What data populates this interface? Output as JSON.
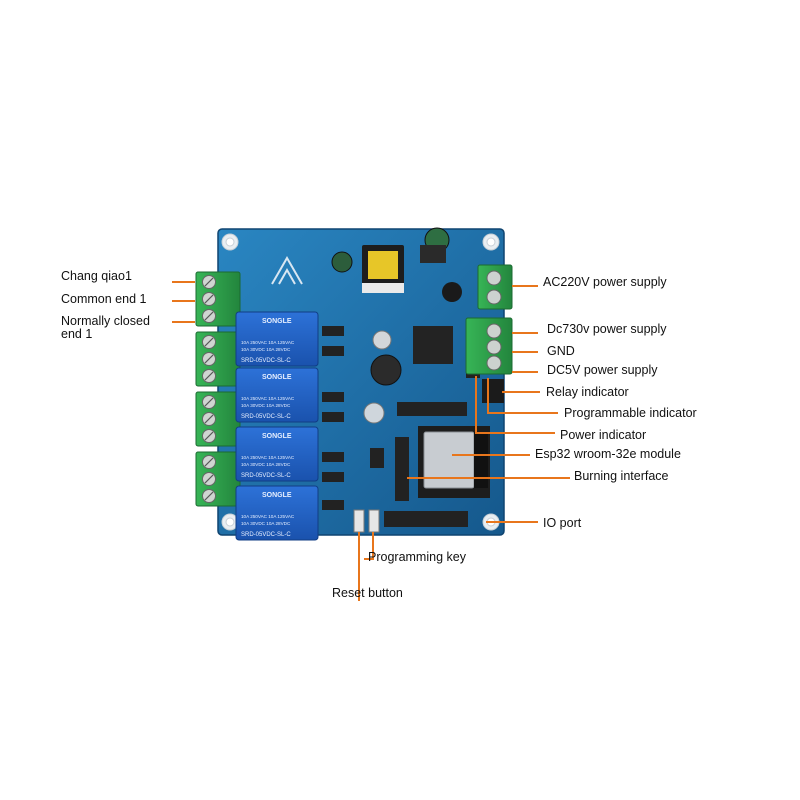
{
  "labels": {
    "chang_qiao1": "Chang qiao1",
    "common_end_1": "Common end 1",
    "normally_closed_end_1": "Normally closed end 1",
    "ac220v_power_supply": "AC220V power supply",
    "dc730v_power_supply": "Dc730v power supply",
    "gnd": "GND",
    "dc5v_power_supply": "DC5V power supply",
    "relay_indicator": "Relay indicator",
    "programmable_indicator": "Programmable indicator",
    "power_indicator": "Power indicator",
    "esp32_module": "Esp32 wroom-32e module",
    "burning_interface": "Burning interface",
    "io_port": "IO port",
    "programming_key": "Programming key",
    "reset_button": "Reset button"
  },
  "relays": [
    {
      "brand": "SONGLE",
      "model": "SRD-05VDC-SL-C",
      "rating_1": "10A 250VAC 10A 125VAC",
      "rating_2": "10A 30VDC 10A 28VDC"
    },
    {
      "brand": "SONGLE",
      "model": "SRD-05VDC-SL-C",
      "rating_1": "10A 250VAC 10A 125VAC",
      "rating_2": "10A 30VDC 10A 28VDC"
    },
    {
      "brand": "SONGLE",
      "model": "SRD-05VDC-SL-C",
      "rating_1": "10A 250VAC 10A 125VAC",
      "rating_2": "10A 30VDC 10A 28VDC"
    },
    {
      "brand": "SONGLE",
      "model": "SRD-05VDC-SL-C",
      "rating_1": "10A 250VAC 10A 125VAC",
      "rating_2": "10A 30VDC 10A 28VDC"
    }
  ],
  "colors": {
    "pcb": "#1e6fa8",
    "terminal": "#2fa34c",
    "relay": "#1f5fc4",
    "leader": "#e8761c"
  }
}
